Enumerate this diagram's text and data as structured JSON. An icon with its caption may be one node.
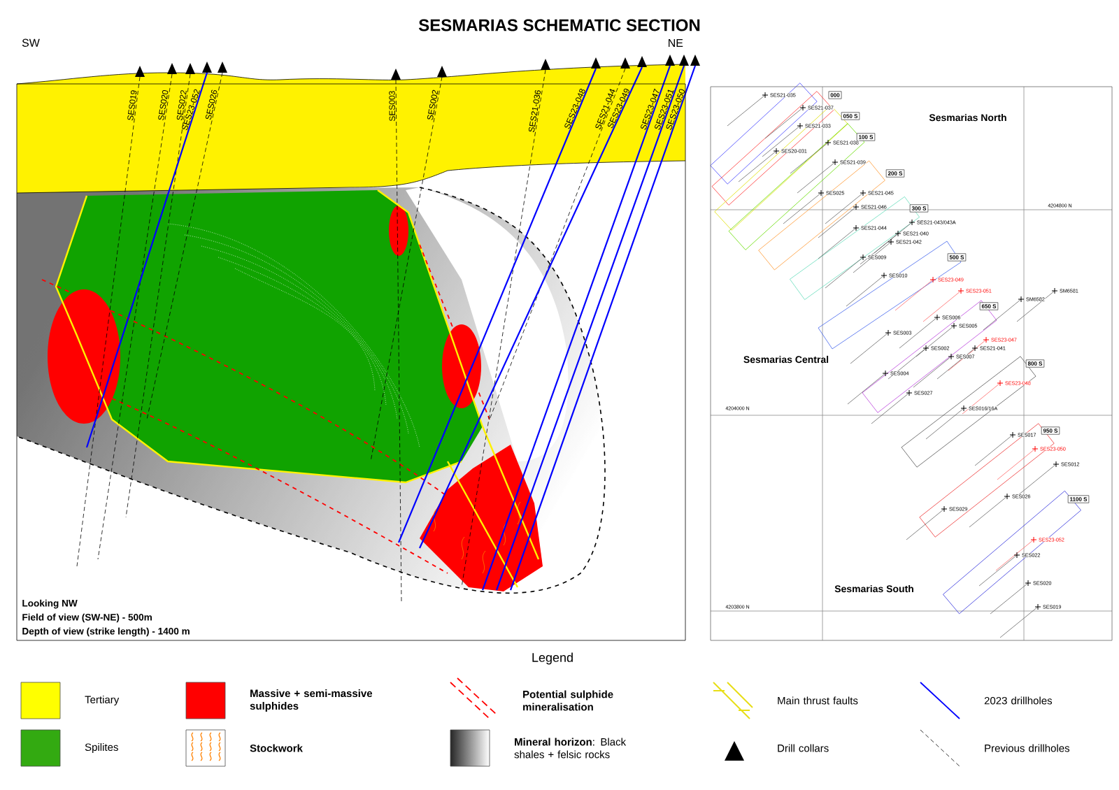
{
  "diagram": {
    "title": "SESMARIAS SCHEMATIC SECTION",
    "labels": [
      "SW",
      "NE",
      "SES019",
      "SES020",
      "SES022",
      "SES23-052",
      "SES026",
      "SES003",
      "SES002",
      "SES21-036",
      "SES23-048",
      "SES21-044",
      "SES23-049",
      "SES23-047",
      "SES23-051",
      "SES23-050",
      "Looking NW",
      "Field of view (SW-NE) - 500m",
      "Depth of view (strike length) - 1400 m",
      "000",
      "050 S",
      "Sesmarias North",
      "100 S",
      "200 S",
      "300 S",
      "500 S",
      "650 S",
      "Sesmarias Central",
      "800 S",
      "950 S",
      "1100 S",
      "Sesmarias South",
      "SES21-035",
      "SES21-037",
      "SES21-033",
      "SES20-031",
      "SES21-038",
      "SES21-039",
      "SES025",
      "SES21-045",
      "SES21-046",
      "SES21-044",
      "SES21-043/043A",
      "SES21-040",
      "SES21-042",
      "SES009",
      "SES010",
      "SES23-049",
      "SES23-051",
      "SM6581",
      "SM6582",
      "SES006",
      "SES005",
      "SES003",
      "SES23-047",
      "SES002",
      "SES21-041",
      "SES007",
      "SES004",
      "SES23-048",
      "SES027",
      "SES016/16A",
      "SES017",
      "SES23-050",
      "SES012",
      "SES026",
      "SES029",
      "SES23-052",
      "SES022",
      "SES020",
      "SES019",
      "4204800 N",
      "4204000 N",
      "4203800 N",
      "Legend"
    ],
    "legend": [
      {
        "text": "Tertiary",
        "color": "#ffff00"
      },
      {
        "text": "Massive + semi-massive sulphides",
        "color": "#ff0000"
      },
      {
        "text": "Potential sulphide mineralisation"
      },
      {
        "text": "Main thrust faults"
      },
      {
        "text": "2023 drillholes"
      },
      {
        "text": "Spilites",
        "color": "#33aa11"
      },
      {
        "text": "Stockwork"
      },
      {
        "text": "**Mineral horizon**: Black shales + felsic rocks"
      },
      {
        "text": "Drill collars"
      },
      {
        "text": "Previous drillholes"
      }
    ]
  }
}
